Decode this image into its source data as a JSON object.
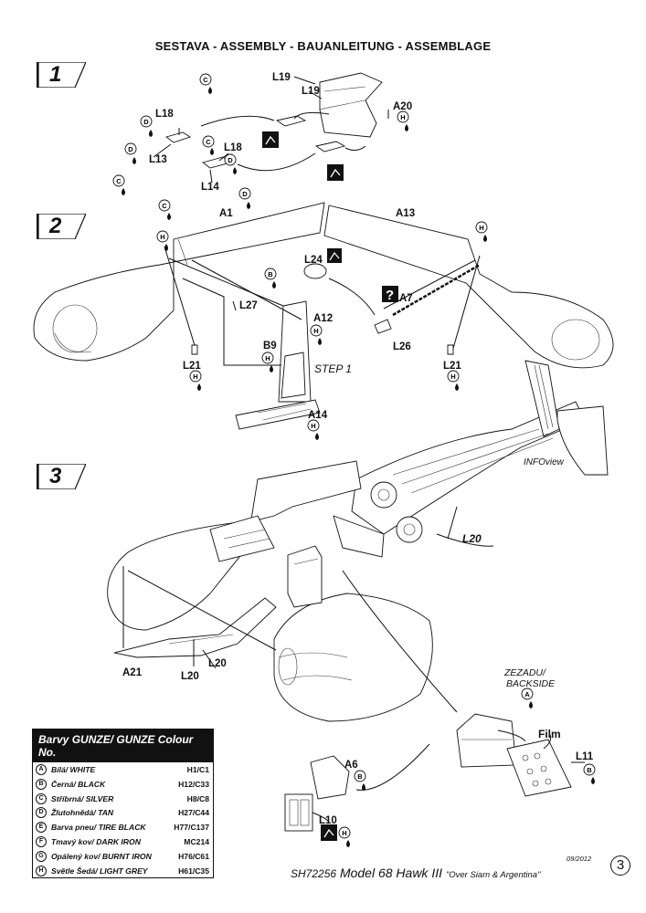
{
  "title": "SESTAVA -  ASSEMBLY - BAUANLEITUNG - ASSEMBLAGE",
  "steps": [
    "1",
    "2",
    "3"
  ],
  "labels": {
    "L19a": "L19",
    "L19b": "L19",
    "A20": "A20",
    "L18a": "L18",
    "L18b": "L18",
    "L13": "L13",
    "L14": "L14",
    "A1": "A1",
    "A13": "A13",
    "L24": "L24",
    "L27": "L27",
    "A7": "A7",
    "A12": "A12",
    "B9": "B9",
    "L26": "L26",
    "L21a": "L21",
    "L21b": "L21",
    "step1": "STEP 1",
    "A14": "A14",
    "infoview": "INFOview",
    "L20a": "L20",
    "L20b": "L20",
    "L20c": "L20",
    "A21": "A21",
    "backside": "ZEZADU/\nBACKSIDE",
    "film": "Film",
    "L11": "L11",
    "A6": "A6",
    "L10": "L10"
  },
  "paint_letters": [
    "A",
    "B",
    "C",
    "D",
    "E",
    "F",
    "G",
    "H"
  ],
  "legend": {
    "heading": "Barvy GUNZE/ GUNZE Colour No.",
    "rows": [
      {
        "key": "A",
        "name": "Bílá/ WHITE",
        "code": "H1/C1"
      },
      {
        "key": "B",
        "name": "Černá/ BLACK",
        "code": "H12/C33"
      },
      {
        "key": "C",
        "name": "Stříbrná/ SILVER",
        "code": "H8/C8"
      },
      {
        "key": "D",
        "name": "Žlutohnědá/ TAN",
        "code": "H27/C44"
      },
      {
        "key": "E",
        "name": "Barva pneu/ TIRE BLACK",
        "code": "H77/C137"
      },
      {
        "key": "F",
        "name": "Tmavý kov/ DARK IRON",
        "code": "MC214"
      },
      {
        "key": "G",
        "name": "Opálený kov/ BURNT IRON",
        "code": "H76/C61"
      },
      {
        "key": "H",
        "name": "Světle Šedá/ LIGHT GREY",
        "code": "H61/C35"
      }
    ]
  },
  "footer": {
    "code": "SH72256",
    "model": "Model 68 Hawk III",
    "subtitle": "\"Over Siam & Argentina\"",
    "date": "09/2012",
    "page": "3"
  }
}
